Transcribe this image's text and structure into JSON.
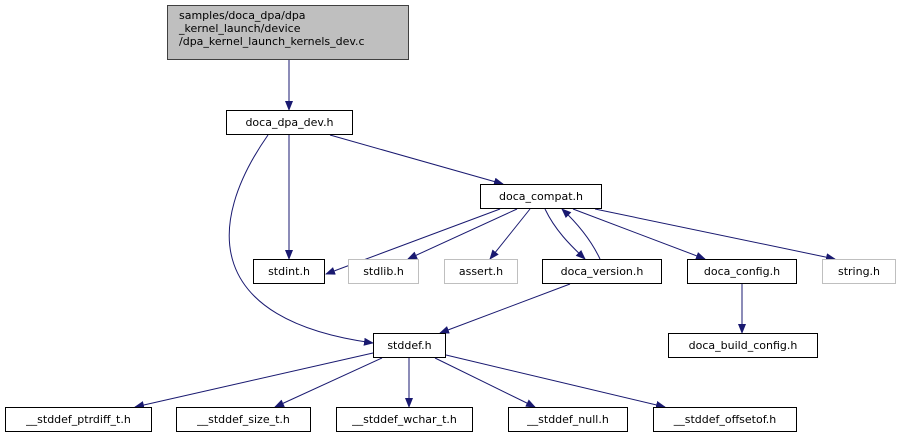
{
  "graph": {
    "edge_color": "#191970",
    "root_fill": "#bfbfbf",
    "external_border": "#bfbfbf",
    "nodes": [
      {
        "id": "root",
        "label": "samples/doca_dpa/dpa\n_kernel_launch/device\n/dpa_kernel_launch_kernels_dev.c",
        "kind": "root"
      },
      {
        "id": "dpa_dev",
        "label": "doca_dpa_dev.h",
        "kind": "documented"
      },
      {
        "id": "compat",
        "label": "doca_compat.h",
        "kind": "documented"
      },
      {
        "id": "stdint",
        "label": "stdint.h",
        "kind": "documented"
      },
      {
        "id": "stdlib",
        "label": "stdlib.h",
        "kind": "external"
      },
      {
        "id": "assert",
        "label": "assert.h",
        "kind": "external"
      },
      {
        "id": "version",
        "label": "doca_version.h",
        "kind": "documented"
      },
      {
        "id": "config",
        "label": "doca_config.h",
        "kind": "documented"
      },
      {
        "id": "string",
        "label": "string.h",
        "kind": "external"
      },
      {
        "id": "stddef",
        "label": "stddef.h",
        "kind": "documented"
      },
      {
        "id": "build_config",
        "label": "doca_build_config.h",
        "kind": "documented"
      },
      {
        "id": "ptrdiff",
        "label": "__stddef_ptrdiff_t.h",
        "kind": "documented"
      },
      {
        "id": "size",
        "label": "__stddef_size_t.h",
        "kind": "documented"
      },
      {
        "id": "wchar",
        "label": "__stddef_wchar_t.h",
        "kind": "documented"
      },
      {
        "id": "null",
        "label": "__stddef_null.h",
        "kind": "documented"
      },
      {
        "id": "offsetof",
        "label": "__stddef_offsetof.h",
        "kind": "documented"
      }
    ],
    "edges": [
      {
        "from": "root",
        "to": "dpa_dev"
      },
      {
        "from": "dpa_dev",
        "to": "stdint"
      },
      {
        "from": "dpa_dev",
        "to": "stddef"
      },
      {
        "from": "dpa_dev",
        "to": "compat"
      },
      {
        "from": "compat",
        "to": "stdint"
      },
      {
        "from": "compat",
        "to": "stdlib"
      },
      {
        "from": "compat",
        "to": "assert"
      },
      {
        "from": "compat",
        "to": "version"
      },
      {
        "from": "version",
        "to": "compat"
      },
      {
        "from": "compat",
        "to": "config"
      },
      {
        "from": "compat",
        "to": "string"
      },
      {
        "from": "version",
        "to": "stddef"
      },
      {
        "from": "config",
        "to": "build_config"
      },
      {
        "from": "stddef",
        "to": "ptrdiff"
      },
      {
        "from": "stddef",
        "to": "size"
      },
      {
        "from": "stddef",
        "to": "wchar"
      },
      {
        "from": "stddef",
        "to": "null"
      },
      {
        "from": "stddef",
        "to": "offsetof"
      }
    ]
  }
}
